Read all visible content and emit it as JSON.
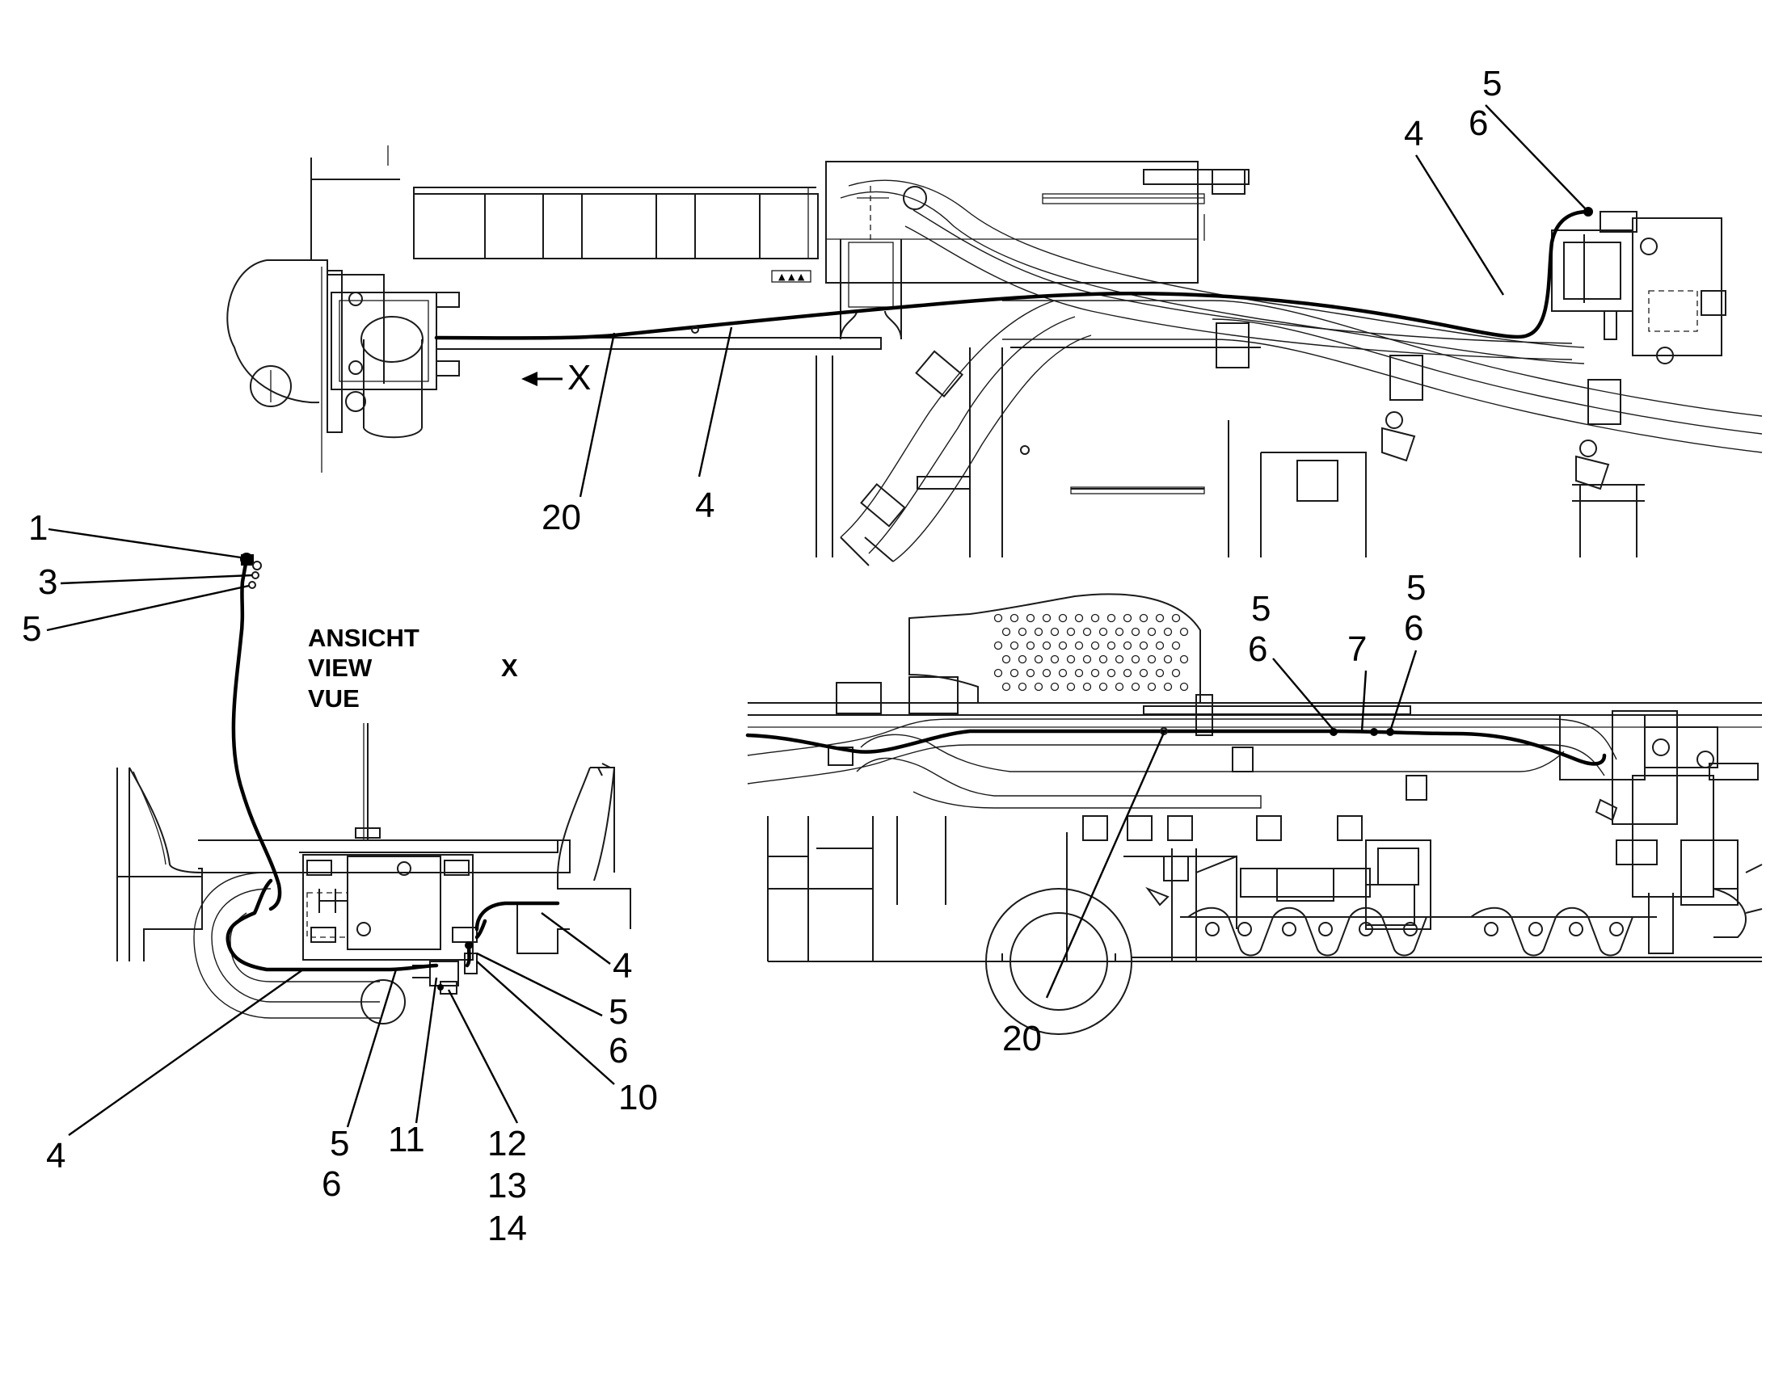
{
  "view_heading": {
    "line1": "ANSICHT",
    "line2": "VIEW",
    "line3": "VUE",
    "view_letter": "X"
  },
  "top_view": {
    "arrow_letter": "X",
    "callouts": {
      "c5": "5",
      "c6": "6",
      "c4_right": "4",
      "c20": "20",
      "c4_center": "4"
    }
  },
  "view_x": {
    "callouts": {
      "c1": "1",
      "c3": "3",
      "c5_top": "5",
      "c4_right": "4",
      "c5_mid": "5",
      "c6_mid": "6",
      "c10": "10",
      "c4_left": "4",
      "c5_bottom": "5",
      "c6_bottom": "6",
      "c11": "11",
      "c12": "12",
      "c13": "13",
      "c14": "14"
    }
  },
  "side_view": {
    "callouts": {
      "c5_a": "5",
      "c6_a": "6",
      "c7": "7",
      "c5_b": "5",
      "c6_b": "6",
      "c20": "20"
    }
  }
}
